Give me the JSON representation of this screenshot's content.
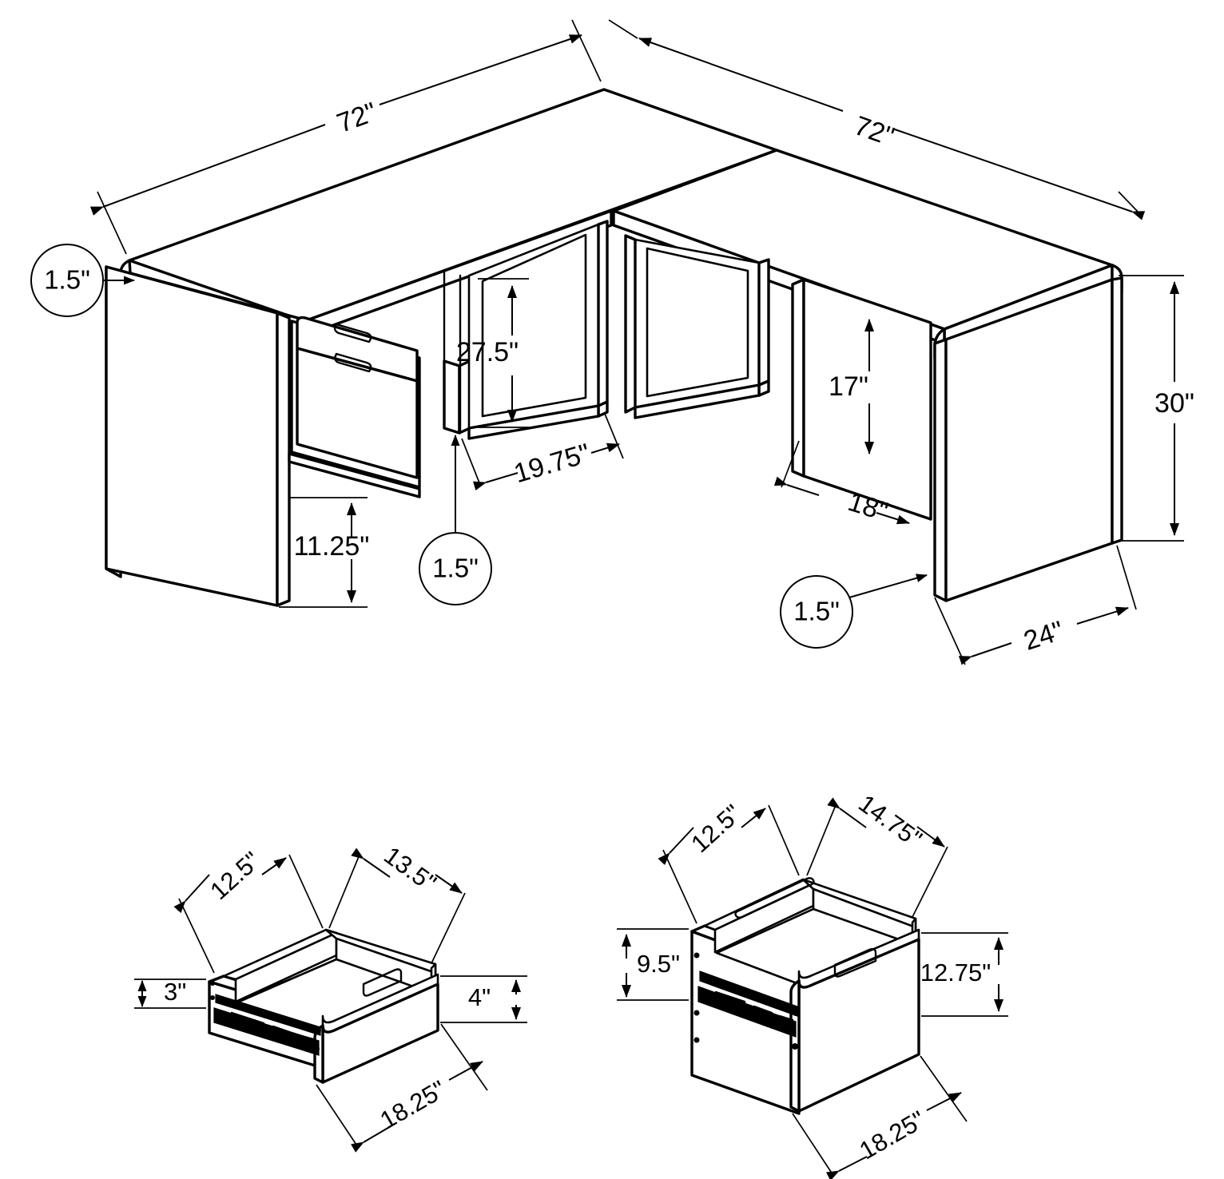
{
  "document": {
    "type": "technical-dimension-drawing",
    "subject": "L-shaped corner computer desk with file drawer pedestal",
    "units": "inches",
    "background_color": "#ffffff",
    "line_color": "#000000"
  },
  "views": [
    {
      "id": "main-desk",
      "name": "L-shaped desk isometric view"
    },
    {
      "id": "small-drawer",
      "name": "Small box drawer detail isometric view"
    },
    {
      "id": "large-drawer",
      "name": "Large file drawer detail isometric view"
    }
  ],
  "main_desk": {
    "dimensions": {
      "left_top_length": "72\"",
      "right_top_length": "72\"",
      "overall_height": "30\"",
      "top_thickness_left": "1.5\"",
      "top_thickness_center": "1.5\"",
      "top_thickness_right": "1.5\"",
      "left_leg_opening_height": "27.5\"",
      "left_leg_opening_depth": "19.75\"",
      "right_leg_opening_height": "17\"",
      "right_leg_opening_depth": "18\"",
      "pedestal_clearance_height": "11.25\"",
      "right_top_depth": "24\""
    }
  },
  "small_drawer": {
    "name": "Small box drawer",
    "dimensions": {
      "inner_width": "12.5\"",
      "inner_depth": "13.5\"",
      "inner_height": "3\"",
      "front_height": "4\"",
      "front_width": "18.25\""
    }
  },
  "large_drawer": {
    "name": "Large file drawer",
    "dimensions": {
      "inner_width": "12.5\"",
      "inner_depth": "14.75\"",
      "inner_height": "9.5\"",
      "front_height": "12.75\"",
      "front_width": "18.25\""
    }
  },
  "labels": {
    "main_left_span": "72\"",
    "main_right_span": "72\"",
    "main_height": "30\"",
    "main_right_depth": "24\"",
    "thickness_left": "1.5\"",
    "thickness_center": "1.5\"",
    "thickness_right": "1.5\"",
    "knee_height_left": "27.5\"",
    "knee_depth_left": "19.75\"",
    "knee_height_right": "17\"",
    "knee_depth_right": "18\"",
    "pedestal_gap": "11.25\"",
    "sd_width": "12.5\"",
    "sd_depth": "13.5\"",
    "sd_inner_height": "3\"",
    "sd_front_height": "4\"",
    "sd_front_width": "18.25\"",
    "ld_width": "12.5\"",
    "ld_depth": "14.75\"",
    "ld_inner_height": "9.5\"",
    "ld_front_height": "12.75\"",
    "ld_front_width": "18.25\""
  }
}
